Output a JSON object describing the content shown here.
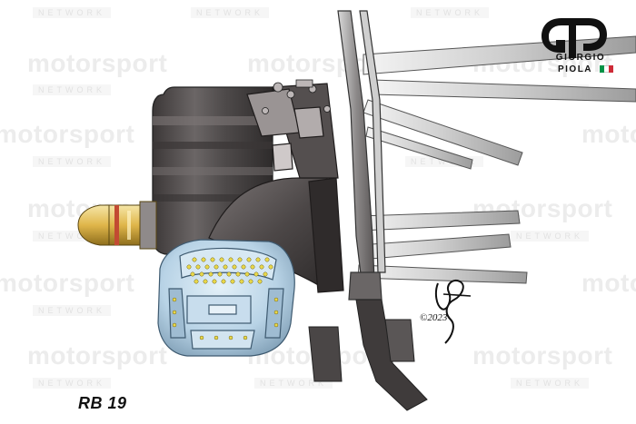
{
  "watermark": {
    "brand": "motorsport",
    "network": "NETWORK"
  },
  "logo": {
    "line1": "GIORGIO",
    "line2": "PIOLA",
    "flag_colors": [
      "#009246",
      "#ffffff",
      "#ce2b37"
    ]
  },
  "signature": {
    "text": "©2023"
  },
  "caption": "RB 19",
  "colors": {
    "drum": "#5a5656",
    "brake_caliper": "#b8d3e6",
    "yellow_accent": "#e9d84a",
    "nut_gold": "#e0b64a"
  }
}
